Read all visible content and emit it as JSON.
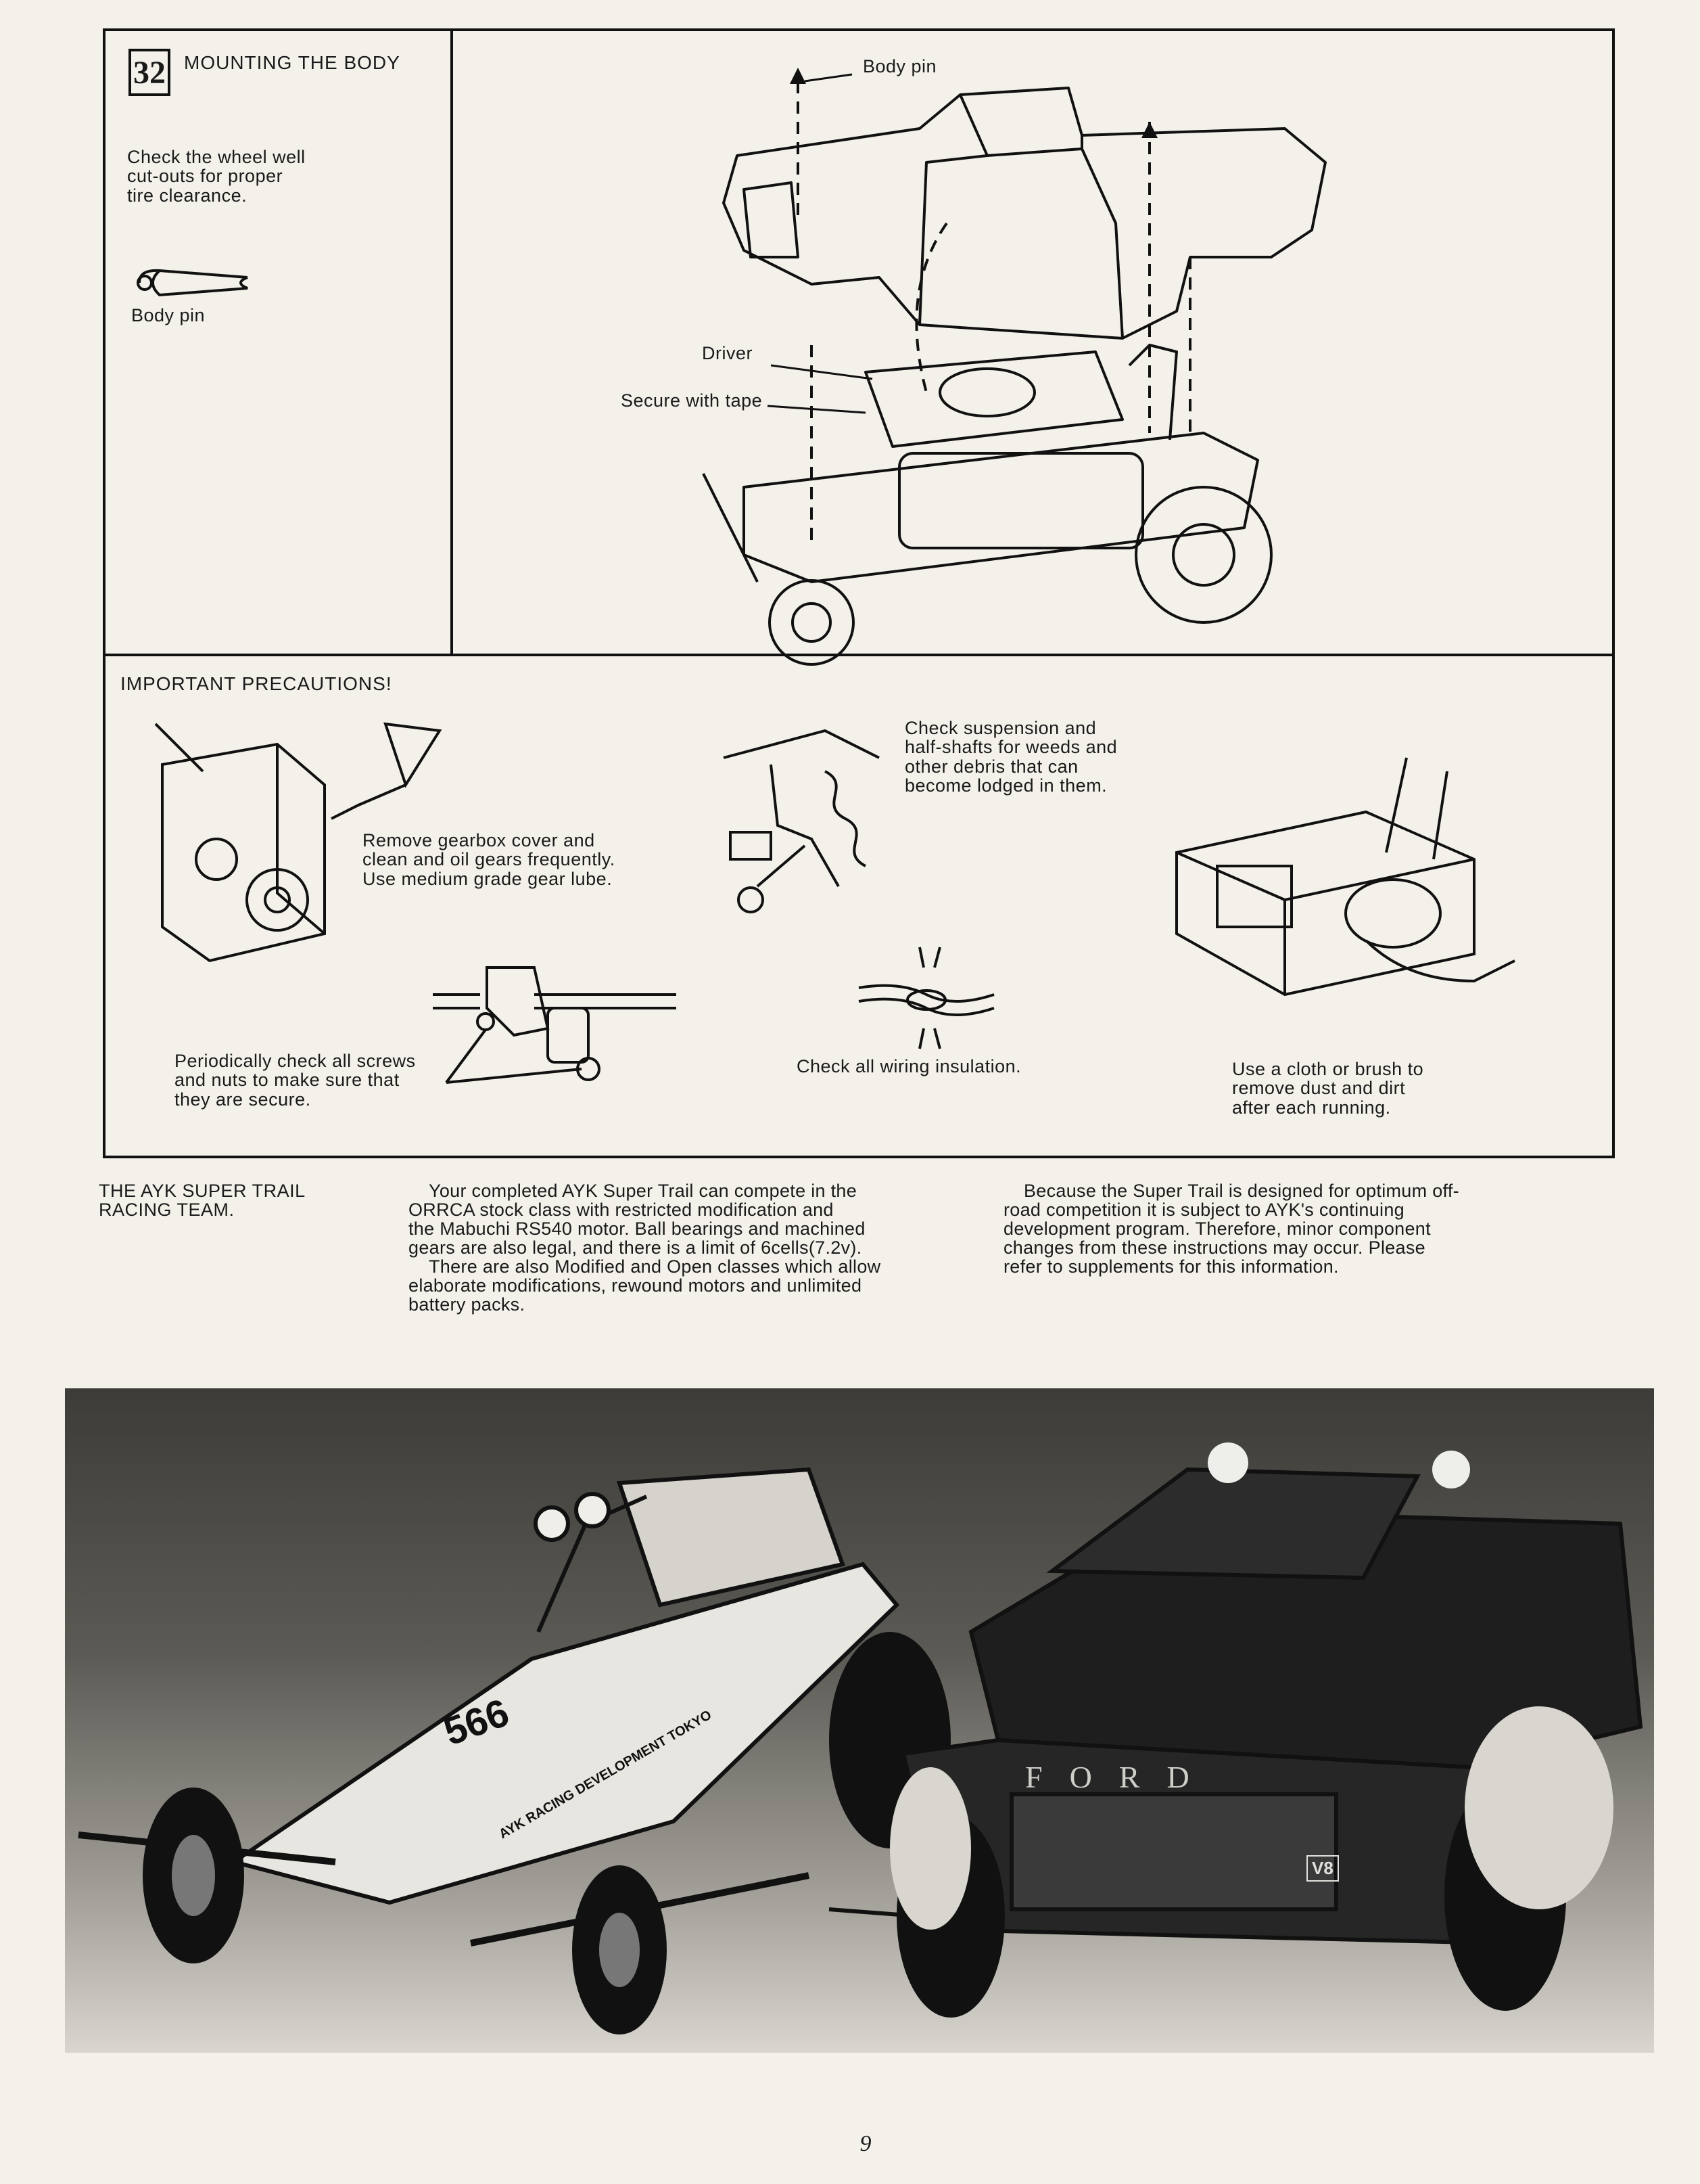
{
  "step": {
    "number": "32",
    "title": "MOUNTING THE BODY",
    "instruction": [
      "Check the wheel well",
      "cut-outs for proper",
      "tire clearance."
    ],
    "body_pin_label": "Body pin"
  },
  "callouts": {
    "body_pin": "Body pin",
    "driver": "Driver",
    "secure_tape": "Secure with tape"
  },
  "precautions": {
    "title": "IMPORTANT PRECAUTIONS!",
    "gearbox": [
      "Remove gearbox cover and",
      "clean and oil gears frequently.",
      "Use medium grade gear lube."
    ],
    "screws": [
      "Periodically check all screws",
      "and nuts to make sure that",
      "they are secure."
    ],
    "suspension": [
      "Check suspension and",
      "half-shafts for weeds and",
      "other debris that can",
      "become lodged in them."
    ],
    "wiring": "Check all wiring insulation.",
    "cloth": [
      "Use a cloth or brush to",
      "remove dust and dirt",
      "after each running."
    ]
  },
  "team": {
    "heading": [
      "THE AYK SUPER TRAIL",
      "RACING TEAM."
    ],
    "column1": [
      "Your completed AYK Super Trail can compete in the",
      "ORRCA stock class with restricted modification and",
      "the Mabuchi RS540 motor. Ball bearings and machined",
      "gears are also legal, and there is a limit of 6cells(7.2v).",
      "There are also Modified and Open classes which allow",
      "elaborate modifications, rewound motors and unlimited",
      "battery packs."
    ],
    "column2": [
      "Because the Super Trail is designed for optimum off-",
      "road competition it is subject to AYK's continuing",
      "development program. Therefore, minor component",
      "changes from these instructions may occur. Please",
      "refer to supplements for this information."
    ]
  },
  "photo": {
    "buggy_number": "566",
    "buggy_text": "AYK RACING DEVELOPMENT TOKYO",
    "truck_grille": "FORD",
    "truck_badge": "V8"
  },
  "page_number": "9"
}
